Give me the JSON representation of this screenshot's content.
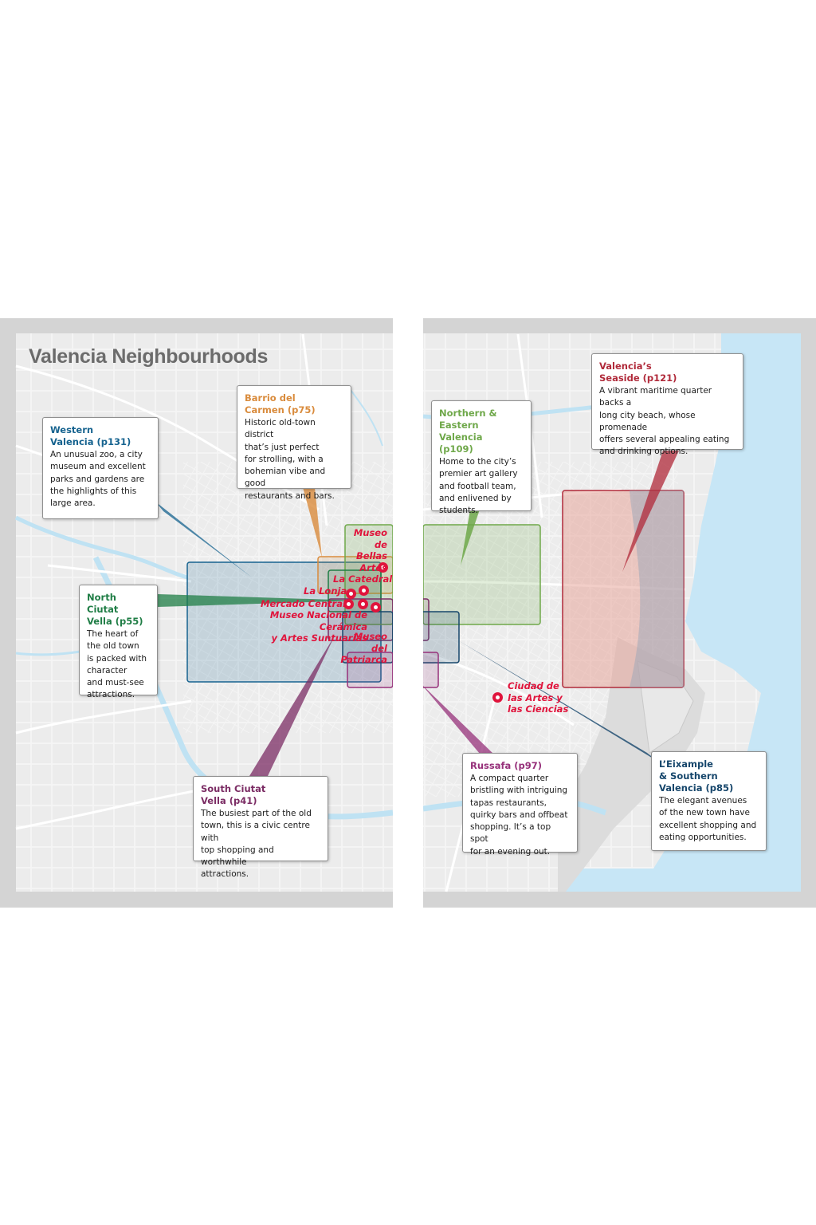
{
  "title": "Valencia Neighbourhoods",
  "colors": {
    "page_bg": "#ffffff",
    "frame": "#d4d4d4",
    "land": "#ececec",
    "sea": "#c7e6f6",
    "water": "#bfe2f3",
    "landmark": "#e0143c",
    "western": "#16638f",
    "barrio": "#d98b3c",
    "north_ciutat": "#1f7d45",
    "northern_eastern": "#6fa84a",
    "seaside": "#b02a3a",
    "south_ciutat": "#7b2c64",
    "russafa": "#96307a",
    "eixample": "#16466b"
  },
  "neighbourhoods": [
    {
      "id": "western",
      "title": "Western\nValencia (p131)",
      "desc": "An unusual zoo, a city\nmuseum and excellent\nparks and gardens are\nthe highlights of this\nlarge area."
    },
    {
      "id": "barrio",
      "title": "Barrio del\nCarmen (p75)",
      "desc": "Historic old-town district\nthat’s just perfect\nfor strolling, with a\nbohemian vibe and good\nrestaurants and bars."
    },
    {
      "id": "northern",
      "title": "Northern &\nEastern Valencia\n(p109)",
      "desc": "Home to the city’s\npremier art gallery\nand football team,\nand enlivened by\nstudents."
    },
    {
      "id": "seaside",
      "title": "Valencia’s\nSeaside (p121)",
      "desc": "A vibrant maritime quarter backs a\nlong city beach, whose promenade\noffers several appealing eating\nand drinking options."
    },
    {
      "id": "north_ciutat",
      "title": "North Ciutat\nVella (p55)",
      "desc": "The heart of\nthe old town\nis packed with\ncharacter\nand must-see\nattractions."
    },
    {
      "id": "south_ciutat",
      "title": "South Ciutat\nVella (p41)",
      "desc": "The busiest part of the old\ntown, this is a civic centre with\ntop shopping and worthwhile\nattractions."
    },
    {
      "id": "russafa",
      "title": "Russafa (p97)",
      "desc": "A compact quarter\nbristling with intriguing\ntapas restaurants,\nquirky bars and offbeat\nshopping. It’s a top spot\nfor an evening out."
    },
    {
      "id": "eixample",
      "title": "L’Eixample\n& Southern\nValencia (p85)",
      "desc": "The elegant avenues\nof the new town have\nexcellent shopping and\neating opportunities."
    }
  ],
  "landmarks": [
    {
      "id": "bellas",
      "label": "Museo de\nBellas\nArtes"
    },
    {
      "id": "catedral",
      "label": "La Catedral"
    },
    {
      "id": "lonja",
      "label": "La Lonja"
    },
    {
      "id": "mercado",
      "label": "Mercado Central"
    },
    {
      "id": "ceramica",
      "label": "Museo Nacional de Cerámica\ny Artes Suntuarias"
    },
    {
      "id": "patriarca",
      "label": "Museo del\nPatriarca"
    },
    {
      "id": "ciudad",
      "label": "Ciudad de\nlas Artes y\nlas Ciencias"
    }
  ]
}
